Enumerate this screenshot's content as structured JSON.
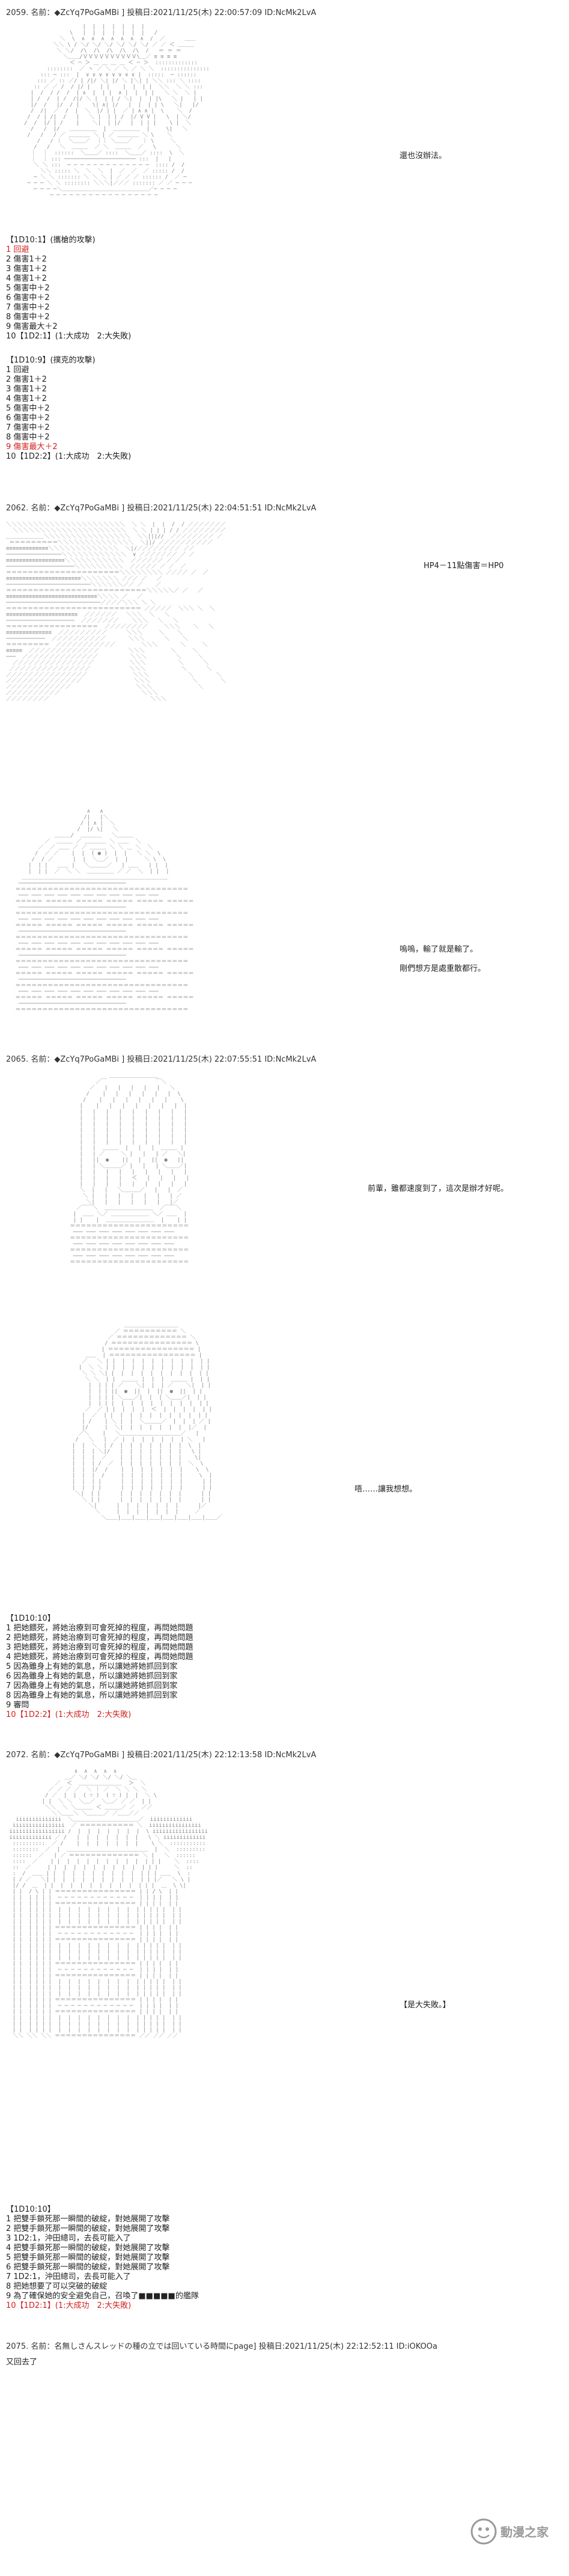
{
  "posts": [
    {
      "header": "2059. 名前：◆ZcYq7PoGaMBi ] 投稿日:2021/11/25(木) 22:00:57:09 ID:NcMk2LvA",
      "side_text": "還也沒辦法。",
      "dice_groups": [
        {
          "title": "【1D10:1】(攜槍的攻擊)",
          "lines": [
            {
              "text": "1 回避",
              "color": "red"
            },
            {
              "text": "2 傷害1＋2",
              "color": ""
            },
            {
              "text": "3 傷害1＋2",
              "color": ""
            },
            {
              "text": "4 傷害1＋2",
              "color": ""
            },
            {
              "text": "5 傷害中＋2",
              "color": ""
            },
            {
              "text": "6 傷害中＋2",
              "color": ""
            },
            {
              "text": "7 傷害中＋2",
              "color": ""
            },
            {
              "text": "8 傷害中＋2",
              "color": ""
            },
            {
              "text": "9 傷害最大＋2",
              "color": ""
            },
            {
              "text": "10【1D2:1】(1:大成功　2:大失敗)",
              "color": ""
            }
          ]
        },
        {
          "title": "【1D10:9】(撲克的攻擊)",
          "lines": [
            {
              "text": "1 回避",
              "color": ""
            },
            {
              "text": "2 傷害1＋2",
              "color": ""
            },
            {
              "text": "3 傷害1＋2",
              "color": ""
            },
            {
              "text": "4 傷害1＋2",
              "color": ""
            },
            {
              "text": "5 傷害中＋2",
              "color": ""
            },
            {
              "text": "6 傷害中＋2",
              "color": ""
            },
            {
              "text": "7 傷害中＋2",
              "color": ""
            },
            {
              "text": "8 傷害中＋2",
              "color": ""
            },
            {
              "text": "9 傷害最大＋2",
              "color": "red"
            },
            {
              "text": "10【1D2:2】(1:大成功　2:大失敗)",
              "color": ""
            }
          ]
        }
      ]
    },
    {
      "header": "2062. 名前：◆ZcYq7PoGaMBi ] 投稿日:2021/11/25(木) 22:04:51:51 ID:NcMk2LvA",
      "side_text_1": "HP4－11點傷害＝HP0",
      "side_text_2": "嗚嗚，輸了就是輸了。",
      "side_text_3": "剛們想方是處重散都行。"
    },
    {
      "header": "2065. 名前：◆ZcYq7PoGaMBi ] 投稿日:2021/11/25(木) 22:07:55:51 ID:NcMk2LvA",
      "side_text_1": "前輩，雖都速度到了，這次是辦才好呢。",
      "side_text_2": "唔……讓我想想。",
      "dice_groups": [
        {
          "title": "【1D10:10】",
          "lines": [
            {
              "text": "1 把她餵死，將她治療到可會死掉的程度，再問她問題",
              "color": ""
            },
            {
              "text": "2 把她餵死，將她治療到可會死掉的程度，再問她問題",
              "color": ""
            },
            {
              "text": "3 把她餵死，將她治療到可會死掉的程度，再問她問題",
              "color": ""
            },
            {
              "text": "4 把她餵死，將她治療到可會死掉的程度，再問她問題",
              "color": ""
            },
            {
              "text": "5 因為雖身上有她的氣息，所以讓她將她抓回到家",
              "color": ""
            },
            {
              "text": "6 因為雖身上有她的氣息，所以讓她將她抓回到家",
              "color": ""
            },
            {
              "text": "7 因為雖身上有她的氣息，所以讓她將她抓回到家",
              "color": ""
            },
            {
              "text": "8 因為雖身上有她的氣息，所以讓她將她抓回到家",
              "color": ""
            },
            {
              "text": "9 審問",
              "color": ""
            },
            {
              "text": "10【1D2:2】(1:大成功　2:大失敗)",
              "color": "red"
            }
          ]
        }
      ]
    },
    {
      "header": "2072. 名前：◆ZcYq7PoGaMBi ] 投稿日:2021/11/25(木) 22:12:13:58 ID:NcMk2LvA",
      "side_text": "【是大失敗。】",
      "dice_groups": [
        {
          "title": "【1D10:10】",
          "lines": [
            {
              "text": "1 把雙手鎖死那一瞬間的破綻，對她展開了攻擊",
              "color": ""
            },
            {
              "text": "2 把雙手鎖死那一瞬間的破綻，對她展開了攻擊",
              "color": ""
            },
            {
              "text": "3 1D2:1，沖田總司，去長可能入了",
              "color": ""
            },
            {
              "text": "4 把雙手鎖死那一瞬間的破綻，對她展開了攻擊",
              "color": ""
            },
            {
              "text": "5 把雙手鎖死那一瞬間的破綻，對她展開了攻擊",
              "color": ""
            },
            {
              "text": "6 把雙手鎖死那一瞬間的破綻，對她展開了攻擊",
              "color": ""
            },
            {
              "text": "7 1D2:1，沖田總司，去長可能入了",
              "color": ""
            },
            {
              "text": "8 把她想要了可以突破的破綻",
              "color": ""
            },
            {
              "text": "9 為了確保她的安全避免自己，召喚了■■■■■的艦隊",
              "color": ""
            },
            {
              "text": "10【1D2:1】(1:大成功　2:大失敗)",
              "color": "red"
            }
          ]
        }
      ]
    },
    {
      "header": "2075. 名前：名無しさんスレッドの種の立では回いている時間にpage] 投稿日:2021/11/25(木) 22:12:52:11 ID:iOKOOa",
      "body": "又回去了"
    }
  ],
  "watermark": {
    "text": "動漫之家",
    "icon": "comic-site-logo"
  }
}
